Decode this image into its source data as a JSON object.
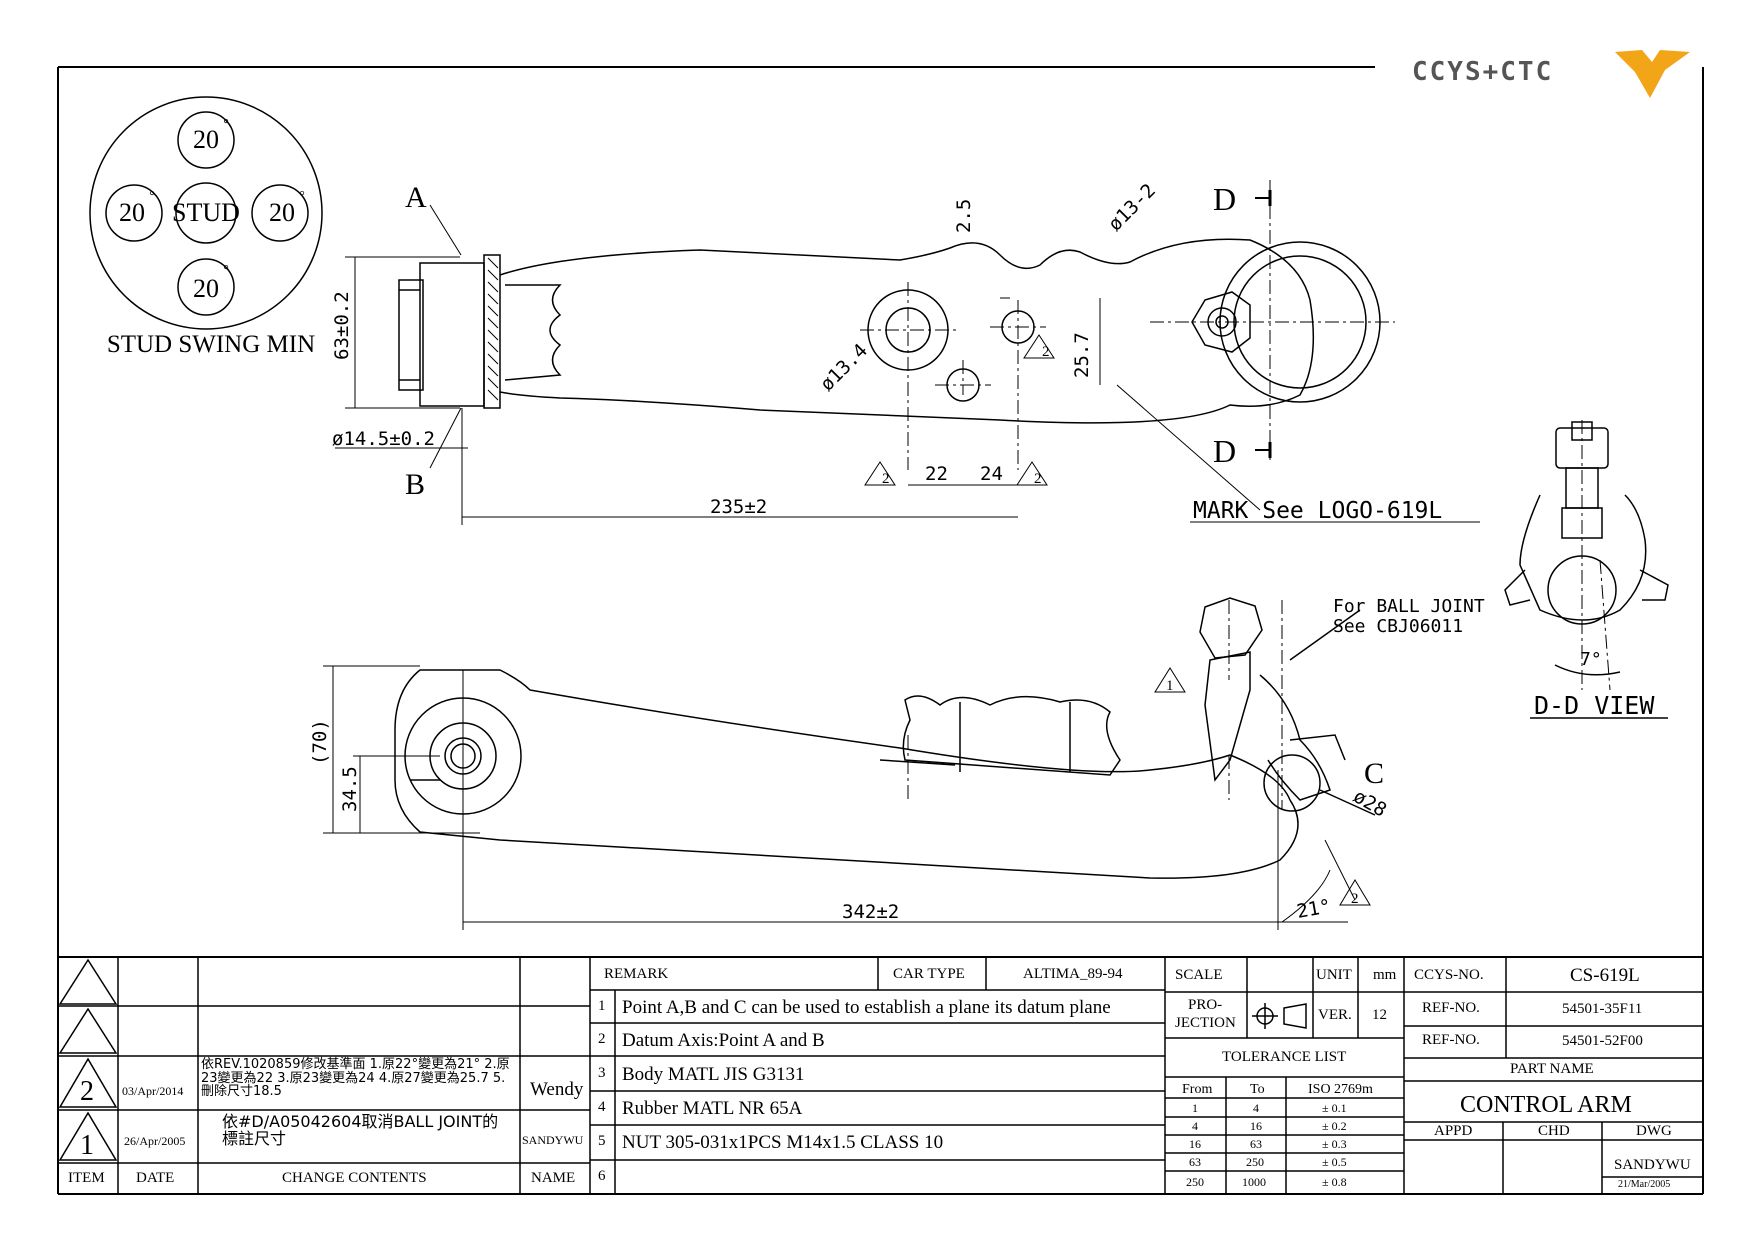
{
  "brand": {
    "logo_text": "CCYS+CTC"
  },
  "stud_swing": {
    "top": "20",
    "left": "20",
    "right": "20",
    "bottom": "20",
    "degree_mark": "°",
    "center": "STUD",
    "caption": "STUD SWING MIN"
  },
  "dimensions": {
    "height": "63±0.2",
    "bush_dia": "ø14.5±0.2",
    "len_top": "235±2",
    "d22": "22",
    "d24": "24",
    "d25_7": "25.7",
    "d2_5": "2.5",
    "hole_13_2": "ø13-2",
    "hole_13_4": "ø13.4",
    "side_70": "(70)",
    "side_34_5": "34.5",
    "len_bottom": "342±2",
    "angle_21": "21°",
    "dia_28": "ø28",
    "angle_7": "7°"
  },
  "labels": {
    "a": "A",
    "b": "B",
    "c": "C",
    "d_top": "D",
    "d_bottom": "D",
    "mark_note": "MARK See LOGO-619L",
    "ball_joint_note_1": "For BALL JOINT",
    "ball_joint_note_2": "See CBJ06011",
    "dd_view": "D-D VIEW",
    "rev2": "2",
    "rev1": "1"
  },
  "revision_table": {
    "headers": {
      "item": "ITEM",
      "date": "DATE",
      "change": "CHANGE CONTENTS",
      "name": "NAME"
    },
    "rows": [
      {
        "item": "2",
        "date": "03/Apr/2014",
        "change": "依REV.1020859修改基準面 1.原22°變更為21° 2.原23變更為22 3.原23變更為24 4.原27變更為25.7 5.刪除尺寸18.5",
        "name": "Wendy"
      },
      {
        "item": "1",
        "date": "26/Apr/2005",
        "change": "依#D/A05042604取消BALL JOINT的標註尺寸",
        "name": "SANDYWU"
      }
    ]
  },
  "remarks": {
    "header": "REMARK",
    "car_type_label": "CAR TYPE",
    "car_type": "ALTIMA_89-94",
    "items": [
      {
        "no": "1",
        "text": "Point A,B and C can be used to establish a plane its datum plane"
      },
      {
        "no": "2",
        "text": "Datum Axis:Point A and B"
      },
      {
        "no": "3",
        "text": "Body MATL JIS G3131"
      },
      {
        "no": "4",
        "text": "Rubber MATL NR 65A"
      },
      {
        "no": "5",
        "text": "NUT 305-031x1PCS M14x1.5 CLASS 10"
      },
      {
        "no": "6",
        "text": ""
      }
    ]
  },
  "scale_block": {
    "scale": "SCALE",
    "unit": "UNIT",
    "unit_value": "mm",
    "projection": "PRO-\nJECTION",
    "projection_1": "PRO-",
    "projection_2": "JECTION",
    "ver": "VER.",
    "ver_value": "12",
    "tolerance_title": "TOLERANCE LIST",
    "tol_headers": {
      "from": "From",
      "to": "To",
      "iso": "ISO 2769m"
    },
    "tol_rows": [
      {
        "from": "1",
        "to": "4",
        "tol": "± 0.1"
      },
      {
        "from": "4",
        "to": "16",
        "tol": "± 0.2"
      },
      {
        "from": "16",
        "to": "63",
        "tol": "± 0.3"
      },
      {
        "from": "63",
        "to": "250",
        "tol": "± 0.5"
      },
      {
        "from": "250",
        "to": "1000",
        "tol": "± 0.8"
      }
    ]
  },
  "part_block": {
    "ccys_no_label": "CCYS-NO.",
    "ccys_no": "CS-619L",
    "ref1_label": "REF-NO.",
    "ref1": "54501-35F11",
    "ref2_label": "REF-NO.",
    "ref2": "54501-52F00",
    "part_name_label": "PART NAME",
    "part_name": "CONTROL ARM",
    "appd": "APPD",
    "chd": "CHD",
    "dwg": "DWG",
    "dwg_name": "SANDYWU",
    "dwg_date": "21/Mar/2005"
  },
  "colors": {
    "line": "#000000",
    "logo_gray": "#555555",
    "logo_orange": "#f2a516"
  }
}
